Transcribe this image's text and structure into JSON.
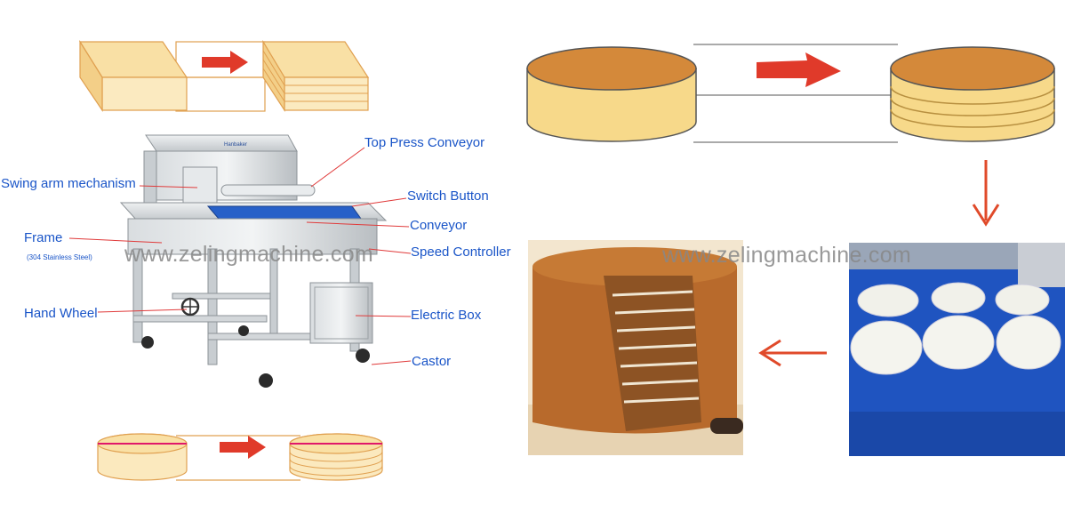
{
  "labels": {
    "top_press_conveyor": "Top Press Conveyor",
    "swing_arm": "Swing arm mechanism",
    "switch_button": "Switch Button",
    "conveyor": "Conveyor",
    "frame": "Frame",
    "frame_material": "(304 Stainless Steel)",
    "speed_controller": "Speed Controller",
    "hand_wheel": "Hand Wheel",
    "electric_box": "Electric Box",
    "castor": "Castor"
  },
  "watermarks": {
    "left": "www.zelingmachine.com",
    "right": "www.zelingmachine.com"
  },
  "machine_brand": "Hanbaker",
  "colors": {
    "label_blue": "#1a55c8",
    "leader_red": "#e03a3a",
    "arrow_red": "#e03a2a",
    "cake_yellow": "#f7d98a",
    "cake_top": "#d4893a",
    "outline_orange": "#e0a050",
    "conveyor_blue": "#1f54c0"
  },
  "icons": [
    "process-arrow-icon",
    "down-arrow-icon",
    "left-arrow-icon"
  ]
}
